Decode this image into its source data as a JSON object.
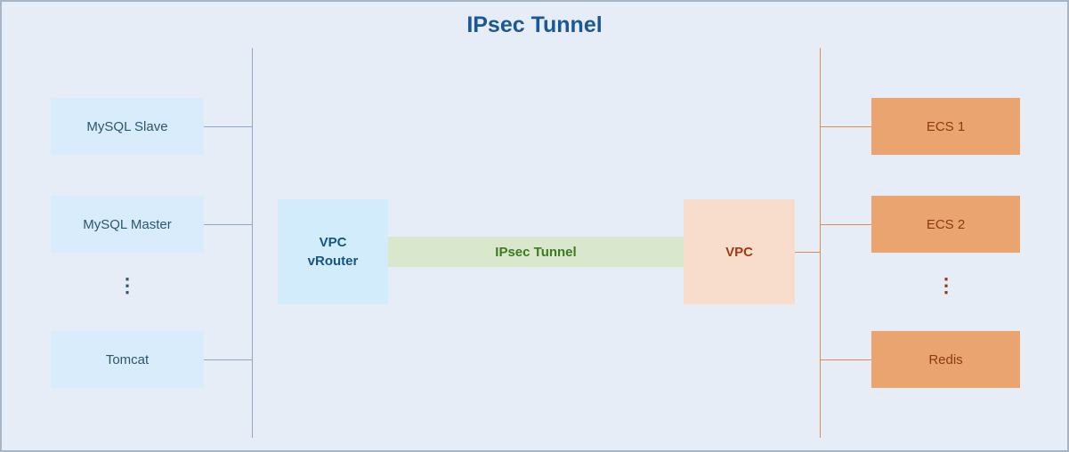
{
  "title": "IPsec Tunnel",
  "left_group": {
    "nodes": [
      "MySQL Slave",
      "MySQL Master",
      "Tomcat"
    ],
    "ellipsis": "⋮"
  },
  "center": {
    "vrouter_line1": "VPC",
    "vrouter_line2": "vRouter",
    "tunnel_label": "IPsec Tunnel",
    "vpc_label": "VPC"
  },
  "right_group": {
    "nodes": [
      "ECS 1",
      "ECS 2",
      "Redis"
    ],
    "ellipsis": "⋮"
  },
  "colors": {
    "background": "#e7edf7",
    "border": "#a6b4c4",
    "title_text": "#1a5795",
    "left_node_bg": "#d9ecfb",
    "left_node_text": "#2d566f",
    "vrouter_bg": "#d3ecfb",
    "vrouter_text": "#14567f",
    "tunnel_bg": "#d9e8cc",
    "tunnel_text": "#3c7a1e",
    "vpc_bg": "#f8ddcc",
    "vpc_text": "#9c3d10",
    "right_node_bg": "#eaa470",
    "right_node_text": "#8c3a12",
    "left_line": "#8fa6c6",
    "right_line": "#e08a54"
  }
}
